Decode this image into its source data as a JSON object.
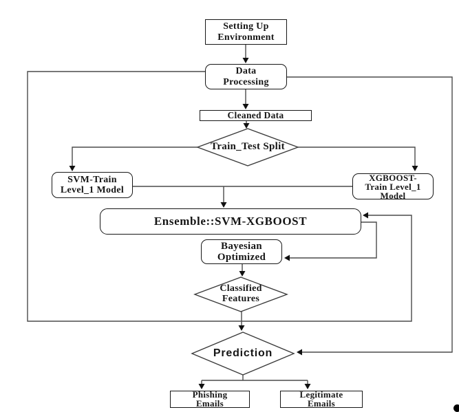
{
  "figure": {
    "type": "flowchart",
    "background_color": "#ffffff",
    "line_color": "#4a4a4a",
    "node_border_color": "#161616",
    "text_color": "#161616"
  },
  "nodes": {
    "setup": {
      "label": "Setting Up\nEnvironment",
      "shape": "rectangle"
    },
    "data_processing": {
      "label": "Data\nProcessing",
      "shape": "rounded-rectangle"
    },
    "cleaned_data": {
      "label": "Cleaned Data",
      "shape": "rectangle"
    },
    "train_test_split": {
      "label": "Train_Test Split",
      "shape": "diamond"
    },
    "svm_train": {
      "label": "SVM-Train\nLevel_1 Model",
      "shape": "rounded-rectangle"
    },
    "xgboost_train": {
      "label": "XGBOOST-\nTrain Level_1\nModel",
      "shape": "rounded-rectangle"
    },
    "ensemble": {
      "label": "Ensemble::SVM-XGBOOST",
      "shape": "rounded-rectangle"
    },
    "bayesian": {
      "label": "Bayesian\nOptimized",
      "shape": "rounded-rectangle"
    },
    "classified": {
      "label": "Classified\nFeatures",
      "shape": "diamond"
    },
    "prediction": {
      "label": "Prediction",
      "shape": "diamond"
    },
    "phishing": {
      "label": "Phishing\nEmails",
      "shape": "rectangle"
    },
    "legitimate": {
      "label": "Legitimate\nEmails",
      "shape": "rectangle"
    }
  },
  "edges": [
    "setup -> data_processing",
    "data_processing -> cleaned_data",
    "cleaned_data -> train_test_split",
    "train_test_split -> svm_train",
    "train_test_split -> xgboost_train",
    "svm_train + xgboost_train -> ensemble",
    "data_processing -> ensemble (left feedback loop)",
    "ensemble -> bayesian (right side loop)",
    "bayesian -> classified",
    "classified -> prediction",
    "data_processing -> prediction (right feedback loop)",
    "prediction -> phishing",
    "prediction -> legitimate"
  ]
}
